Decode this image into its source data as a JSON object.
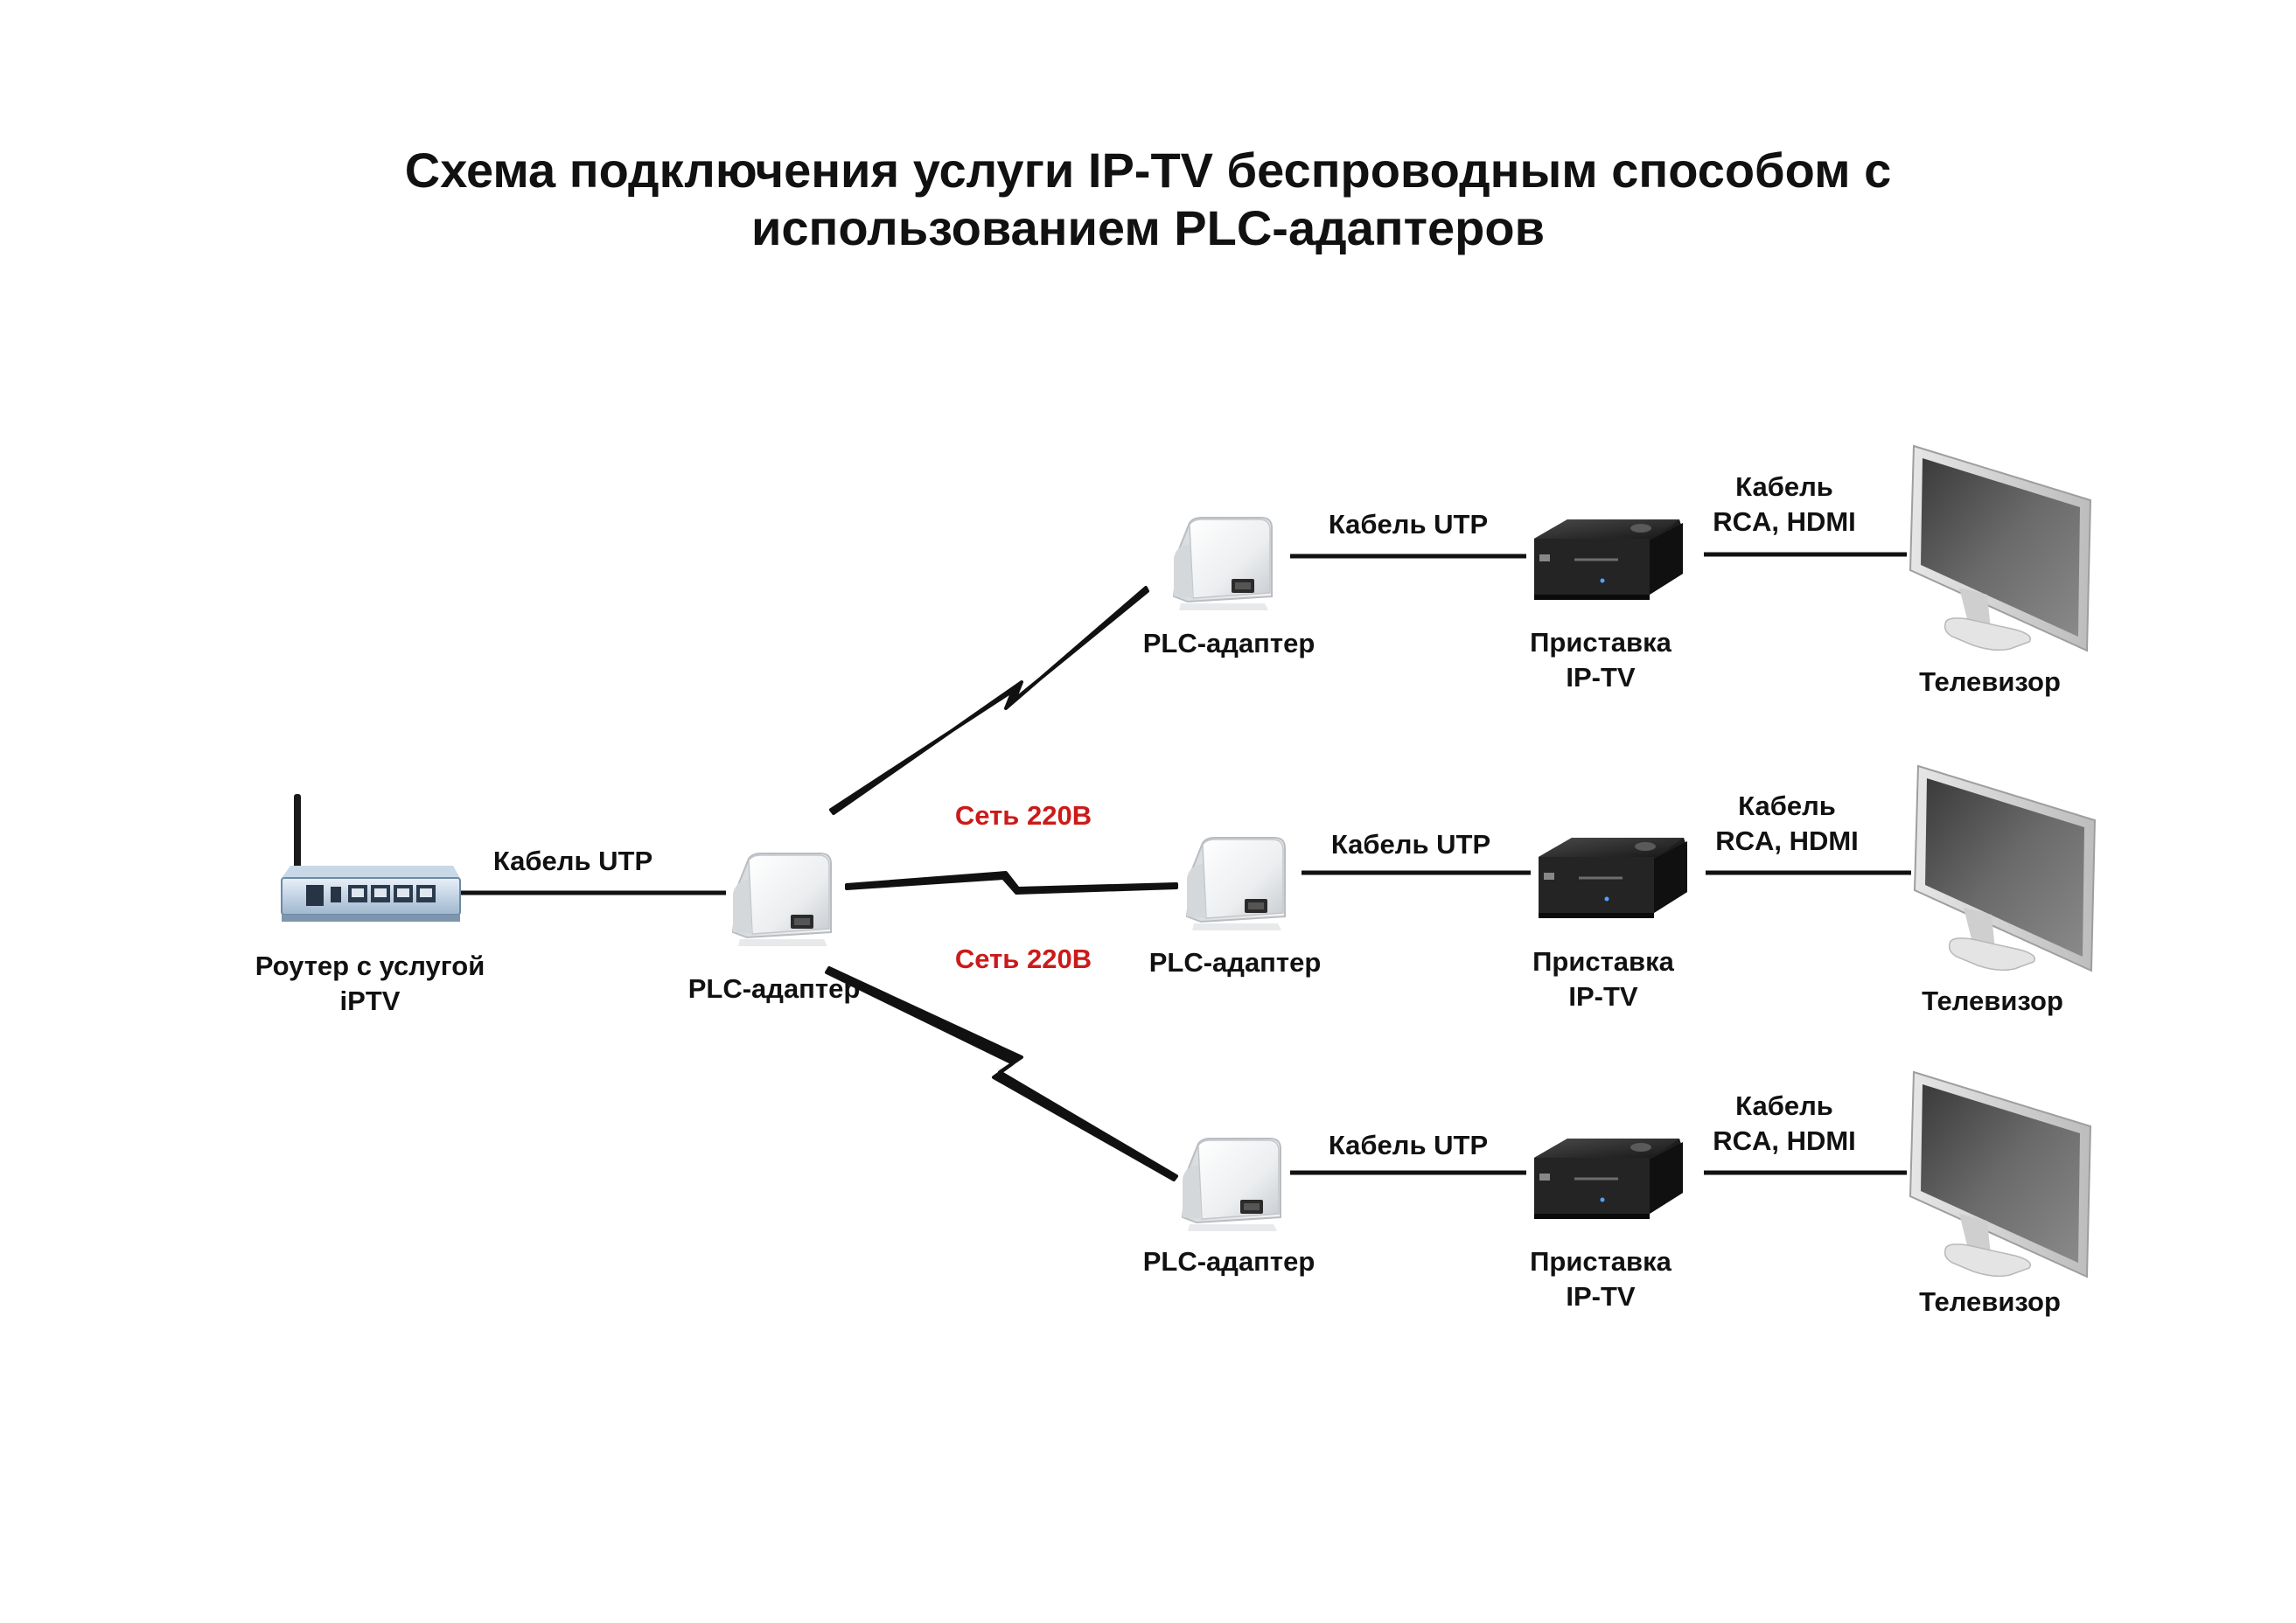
{
  "title": {
    "line1": "Схема подключения услуги IP-TV беспроводным способом с",
    "line2": "использованием PLC-адаптеров"
  },
  "router": {
    "label_line1": "Роутер с услугой",
    "label_line2": "iPTV",
    "cable_label": "Кабель UTP"
  },
  "main_adapter": {
    "label": "PLC-адаптер"
  },
  "power_network": {
    "label_upper": "Сеть 220В",
    "label_lower": "Сеть 220В",
    "color": "#cc1a1a"
  },
  "branches": [
    {
      "adapter_label": "PLC-адаптер",
      "utp_label": "Кабель UTP",
      "stb_label_line1": "Приставка",
      "stb_label_line2": "IP-TV",
      "tv_cable_line1": "Кабель",
      "tv_cable_line2": "RCA, HDMI",
      "tv_label": "Телевизор"
    },
    {
      "adapter_label": "PLC-адаптер",
      "utp_label": "Кабель UTP",
      "stb_label_line1": "Приставка",
      "stb_label_line2": "IP-TV",
      "tv_cable_line1": "Кабель",
      "tv_cable_line2": "RCA, HDMI",
      "tv_label": "Телевизор"
    },
    {
      "adapter_label": "PLC-адаптер",
      "utp_label": "Кабель UTP",
      "stb_label_line1": "Приставка",
      "stb_label_line2": "IP-TV",
      "tv_cable_line1": "Кабель",
      "tv_cable_line2": "RCA, HDMI",
      "tv_label": "Телевизор"
    }
  ]
}
